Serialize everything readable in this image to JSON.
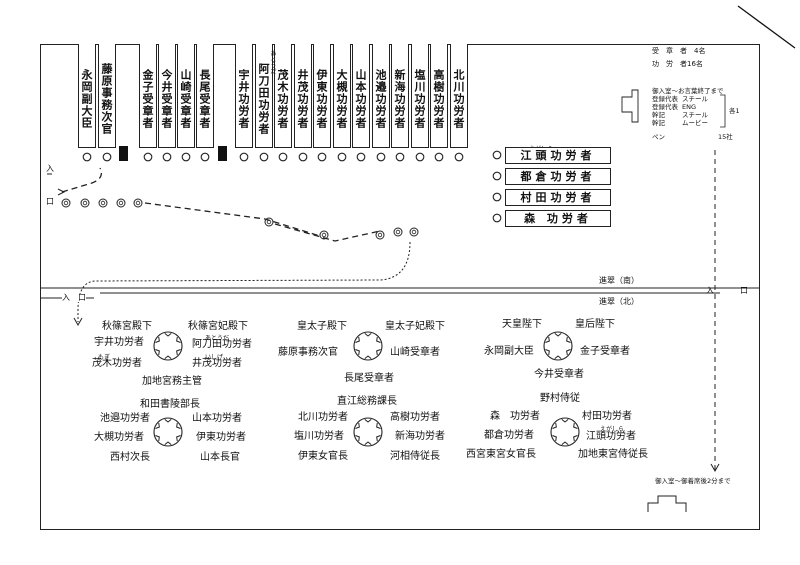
{
  "top_row": [
    "永岡副大臣",
    "藤原事務次官",
    "金子受章者",
    "今井受章者",
    "山崎受章者",
    "長尾受章者",
    "宇井功労者",
    "阿刀田功労者",
    "茂木功労者",
    "井茂功労者",
    "伊東功労者",
    "大槻功労者",
    "山本功労者",
    "池邉功労者",
    "新海功労者",
    "塩川功労者",
    "高樹功労者",
    "北川功労者"
  ],
  "right_cards": [
    "江頭功労者",
    "都倉功労者",
    "村田功労者",
    "森 功労者"
  ],
  "furigana": {
    "egashira": "えがしら",
    "atoda": "あとうだ",
    "mogi": "もぎ",
    "ishige": "いしげ"
  },
  "info": {
    "jusho": "受　章　者　4名",
    "korosha": "功　労　者16名",
    "note_title": "御入室〜お言葉終了まで",
    "rows": [
      {
        "label": "登録代表",
        "value": "スチール"
      },
      {
        "label": "登録代表",
        "value": "ENG"
      },
      {
        "label": "幹記",
        "value": "スチール"
      },
      {
        "label": "幹記",
        "value": "ムービー"
      }
    ],
    "kaku": "各1",
    "pen_label": "ペン",
    "pen_count": "15社"
  },
  "entrances": {
    "top_left": "入",
    "mid_left": "口",
    "route_left": "入　口",
    "route_right_1": "入",
    "route_right_2": "口"
  },
  "route": {
    "south": "進翠（南）",
    "north": "進翠（北）"
  },
  "bottom_note": "御入室〜御着席後2分まで",
  "groups": [
    {
      "labels": {
        "tl1": "秋篠宮殿下",
        "tl2": "宇井功労者",
        "tr1": "秋篠宮妃殿下",
        "tr2": "阿刀田功労者",
        "bl1": "茂木功労者",
        "br1": "井茂功労者",
        "b": "加地宮務主管"
      }
    },
    {
      "labels": {
        "tl1": "皇太子殿下",
        "tr1": "皇太子妃殿下",
        "l": "藤原事務次官",
        "r": "山崎受章者",
        "b": "長尾受章者"
      }
    },
    {
      "labels": {
        "tl1": "天皇陛下",
        "tr1": "皇后陛下",
        "l": "永岡副大臣",
        "r": "金子受章者",
        "b": "今井受章者"
      }
    },
    {
      "labels": {
        "t": "和田書陵部長",
        "tl": "池邉功労者",
        "tr": "山本功労者",
        "l": "大槻功労者",
        "r": "伊東功労者",
        "bl": "西村次長",
        "br": "山本長官"
      }
    },
    {
      "labels": {
        "t": "直江総務課長",
        "tl": "北川功労者",
        "tr": "高樹功労者",
        "l": "塩川功労者",
        "r": "新海功労者",
        "bl": "伊東女官長",
        "br": "河相侍従長"
      }
    },
    {
      "labels": {
        "t": "野村侍従",
        "tl": "森　功労者",
        "tr": "村田功労者",
        "l": "都倉功労者",
        "r": "江頭功労者",
        "bl": "西宮東宮女官長",
        "br": "加地東宮侍従長"
      }
    }
  ]
}
